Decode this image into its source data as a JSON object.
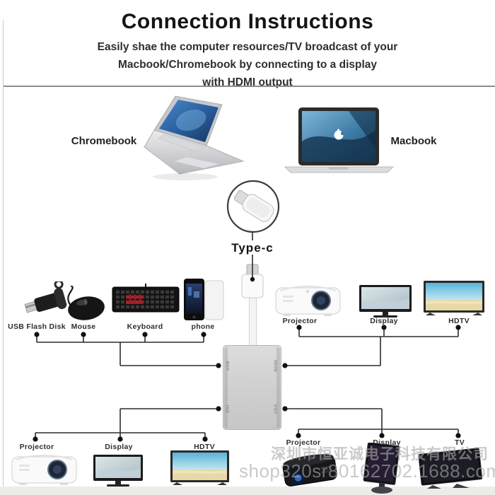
{
  "header": {
    "title": "Connection Instructions",
    "subtitle_line1": "Easily shae the computer resources/TV broadcast of your",
    "subtitle_line2": "Macbook/Chromebook by connecting to a display",
    "subtitle_line3": "with HDMI output"
  },
  "laptops": {
    "chromebook_label": "Chromebook",
    "macbook_label": "Macbook"
  },
  "connector": {
    "label": "Type-c"
  },
  "hub": {
    "ports": [
      {
        "label": "USB"
      },
      {
        "label": "HDMI"
      },
      {
        "label": "DVI"
      },
      {
        "label": "VGA"
      }
    ]
  },
  "groups": {
    "top_left": {
      "items": [
        {
          "label": "USB Flash Disk"
        },
        {
          "label": "Mouse"
        },
        {
          "label": "Keyboard"
        },
        {
          "label": "phone"
        }
      ]
    },
    "top_right": {
      "items": [
        {
          "label": "Projector"
        },
        {
          "label": "Display"
        },
        {
          "label": "HDTV"
        }
      ]
    },
    "bottom_left": {
      "items": [
        {
          "label": "Projector"
        },
        {
          "label": "Display"
        },
        {
          "label": "HDTV"
        }
      ]
    },
    "bottom_right": {
      "items": [
        {
          "label": "Projector"
        },
        {
          "label": "Display"
        },
        {
          "label": "TV"
        }
      ]
    }
  },
  "watermark": {
    "line1": "深圳市恒亚诚电子科技有限公司",
    "line2": "shop320sr80162702.1688.com"
  },
  "colors": {
    "line": "#2b2b2b",
    "hub_silver": "#d2d2d2",
    "watermark": "#a8a8a8"
  }
}
